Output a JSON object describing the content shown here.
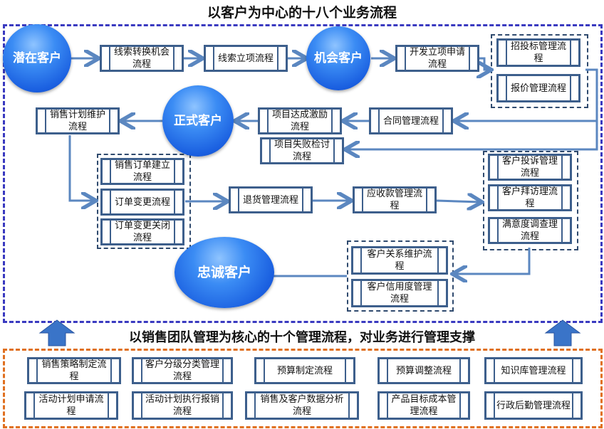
{
  "title": "以客户为中心的十八个业务流程",
  "subtitle": "以销售团队管理为核心的十个管理流程，对业务进行管理支撑",
  "stages": {
    "potential": "潜在客户",
    "opportunity": "机会客户",
    "formal": "正式客户",
    "loyal": "忠诚客户"
  },
  "business": {
    "lead_convert": "线索转换机会流程",
    "lead_project": "线索立项流程",
    "dev_project": "开发立项申请流程",
    "bidding": "招投标管理流程",
    "quote": "报价管理流程",
    "contract": "合同管理流程",
    "project_success": "项目达成激励流程",
    "project_fail": "项目失败检讨流程",
    "sales_plan": "销售计划维护流程",
    "order_create": "销售订单建立流程",
    "order_change": "订单变更流程",
    "order_close": "订单变更关闭流程",
    "returns": "退货管理流程",
    "receivables": "应收款管理流程",
    "complaint": "客户投诉管理流程",
    "visit": "客户拜访理流程",
    "satisfaction": "满意度调查理流程",
    "relation": "客户关系维护流程",
    "credit": "客户信用度管理流程"
  },
  "management": [
    "销售策略制定流程",
    "客户分级分类管理流程",
    "预算制定流程",
    "预算调整流程",
    "知识库管理流程",
    "活动计划申请流程",
    "活动计划执行报销流程",
    "销售及客户数据分析流程",
    "产品目标成本管理流程",
    "行政后勤管理流程"
  ],
  "colors": {
    "border": "#3d5f8c",
    "arrow": "#5b87c0",
    "top_frame": "#3a3ac0",
    "bottom_frame": "#e07020",
    "circle": "#1a5fe0"
  }
}
